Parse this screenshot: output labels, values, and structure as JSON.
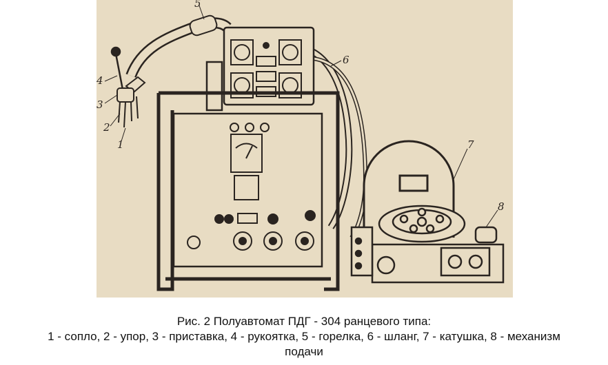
{
  "figure": {
    "labels": {
      "l1": "1",
      "l2": "2",
      "l3": "3",
      "l4": "4",
      "l5": "5",
      "l6": "6",
      "l7": "7",
      "l8": "8"
    },
    "colors": {
      "paper": "#e8dcc3",
      "ink": "#2a2420",
      "shade": "#5a4f45"
    }
  },
  "caption": {
    "line1": "Рис. 2 Полуавтомат ПДГ - 304 ранцевого типа:",
    "line2": "1 - сопло, 2 - упор, 3 - приставка, 4 - рукоятка, 5 - горелка, 6 - шланг, 7 - катушка, 8 - механизм",
    "line3": "подачи"
  }
}
